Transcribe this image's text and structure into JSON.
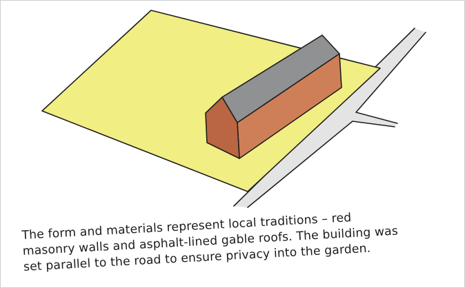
{
  "caption": {
    "lines": [
      "The form and materials represent local traditions – red",
      "masonry walls and asphalt-lined gable roofs. The building was",
      "set parallel to the road to ensure privacy into the garden."
    ]
  },
  "colors": {
    "plot": "#f1ee83",
    "road": "#e4e4e4",
    "wall_long": "#cf7f57",
    "wall_gable": "#bb6642",
    "roof": "#8f9193",
    "outline": "#1e1e1e"
  }
}
